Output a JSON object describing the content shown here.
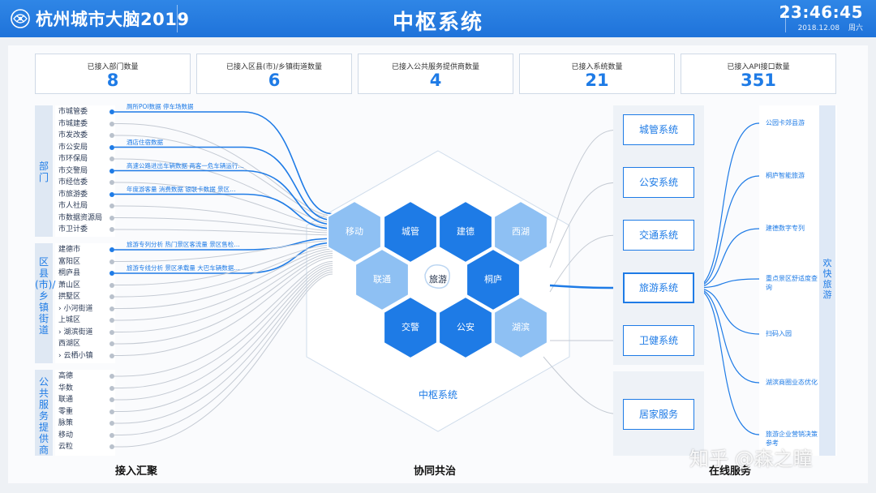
{
  "header": {
    "brand": "杭州城市大脑2019",
    "title": "中枢系统",
    "time": "23:46:45",
    "date": "2018.12.08",
    "weekday": "周六"
  },
  "stats": [
    {
      "label": "已接入部门数量",
      "value": "8"
    },
    {
      "label": "已接入区县(市)/乡镇街道数量",
      "value": "6"
    },
    {
      "label": "已接入公共服务提供商数量",
      "value": "4"
    },
    {
      "label": "已接入系统数量",
      "value": "21"
    },
    {
      "label": "已接入API接口数量",
      "value": "351"
    }
  ],
  "groups": {
    "departments": {
      "label": "部门",
      "items": [
        "市城管委",
        "市城建委",
        "市发改委",
        "市公安局",
        "市环保局",
        "市交警局",
        "市经信委",
        "市旅游委",
        "市人社局",
        "市数据资源局",
        "市卫计委"
      ],
      "annotations": [
        {
          "row": 0,
          "text": "厕所POI数据 停车场数据"
        },
        {
          "row": 3,
          "text": "酒店住宿数据"
        },
        {
          "row": 5,
          "text": "高速公路进出车辆数据  两客一危车辆运行…"
        },
        {
          "row": 7,
          "text": "年度游客量  消费数据  银联卡数据  景区…"
        }
      ]
    },
    "districts": {
      "label": "区县(市)/乡镇街道",
      "items": [
        "建德市",
        "富阳区",
        "桐庐县",
        "萧山区",
        "拱墅区",
        "› 小河街道",
        "上城区",
        "› 湖滨街道",
        "西湖区",
        "› 云栖小镇"
      ],
      "annotations": [
        {
          "row": 0,
          "text": "旅游专列分析  热门景区客流量  景区售检…"
        },
        {
          "row": 2,
          "text": "旅游专线分析  景区承载量  大巴车辆数据…"
        }
      ]
    },
    "providers": {
      "label": "公共服务提供商",
      "items": [
        "高德",
        "华数",
        "联通",
        "零重",
        "脉策",
        "移动",
        "云粒"
      ]
    }
  },
  "hexagons": [
    {
      "label": "移动",
      "style": "light"
    },
    {
      "label": "城管",
      "style": "dark"
    },
    {
      "label": "建德",
      "style": "dark"
    },
    {
      "label": "西湖",
      "style": "light"
    },
    {
      "label": "联通",
      "style": "light"
    },
    {
      "label": "旅游",
      "style": "center"
    },
    {
      "label": "桐庐",
      "style": "dark"
    },
    {
      "label": "交警",
      "style": "dark"
    },
    {
      "label": "公安",
      "style": "dark"
    },
    {
      "label": "湖滨",
      "style": "light"
    }
  ],
  "center_label": "中枢系统",
  "sections": {
    "left": "接入汇聚",
    "middle": "协同共治",
    "right": "在线服务"
  },
  "systems": [
    "城管系统",
    "公安系统",
    "交通系统",
    "旅游系统",
    "卫健系统"
  ],
  "home_service": "居家服务",
  "services": [
    "公园卡郊县游",
    "桐庐智能旅游",
    "建德数字专列",
    "重点景区舒适度查询",
    "扫码入园",
    "湖滨商圈业态优化",
    "旅游企业营销决策参考"
  ],
  "services_bar_label": "欢快旅游",
  "watermark": "知乎 @森之瞳",
  "colors": {
    "accent": "#1e7be6",
    "hex_dark": "#1e7be6",
    "hex_light": "#8ec0f3",
    "header": "#2f86e6"
  }
}
